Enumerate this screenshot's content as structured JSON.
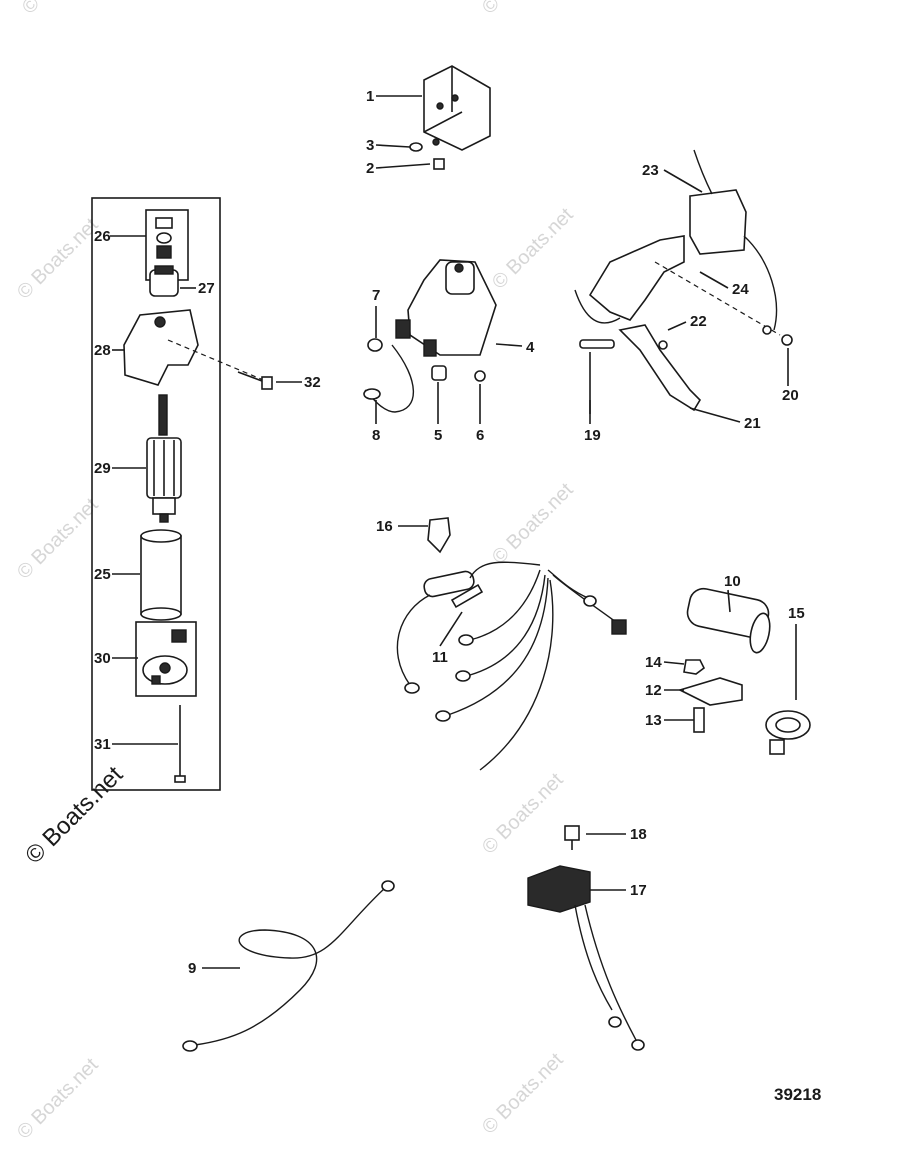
{
  "callouts": [
    {
      "id": "c1",
      "text": "1"
    },
    {
      "id": "c2",
      "text": "2"
    },
    {
      "id": "c3",
      "text": "3"
    },
    {
      "id": "c4",
      "text": "4"
    },
    {
      "id": "c5",
      "text": "5"
    },
    {
      "id": "c6",
      "text": "6"
    },
    {
      "id": "c7",
      "text": "7"
    },
    {
      "id": "c8",
      "text": "8"
    },
    {
      "id": "c9",
      "text": "9"
    },
    {
      "id": "c10",
      "text": "10"
    },
    {
      "id": "c11",
      "text": "11"
    },
    {
      "id": "c12",
      "text": "12"
    },
    {
      "id": "c13",
      "text": "13"
    },
    {
      "id": "c14",
      "text": "14"
    },
    {
      "id": "c15",
      "text": "15"
    },
    {
      "id": "c16",
      "text": "16"
    },
    {
      "id": "c17",
      "text": "17"
    },
    {
      "id": "c18",
      "text": "18"
    },
    {
      "id": "c19",
      "text": "19"
    },
    {
      "id": "c20",
      "text": "20"
    },
    {
      "id": "c21",
      "text": "21"
    },
    {
      "id": "c22",
      "text": "22"
    },
    {
      "id": "c23",
      "text": "23"
    },
    {
      "id": "c24",
      "text": "24"
    },
    {
      "id": "c25",
      "text": "25"
    },
    {
      "id": "c26",
      "text": "26"
    },
    {
      "id": "c27",
      "text": "27"
    },
    {
      "id": "c28",
      "text": "28"
    },
    {
      "id": "c29",
      "text": "29"
    },
    {
      "id": "c30",
      "text": "30"
    },
    {
      "id": "c31",
      "text": "31"
    },
    {
      "id": "c32",
      "text": "32"
    }
  ],
  "figure_number": "39218",
  "watermark": "© Boats.net",
  "watermark_repeat": "© Boats.net"
}
